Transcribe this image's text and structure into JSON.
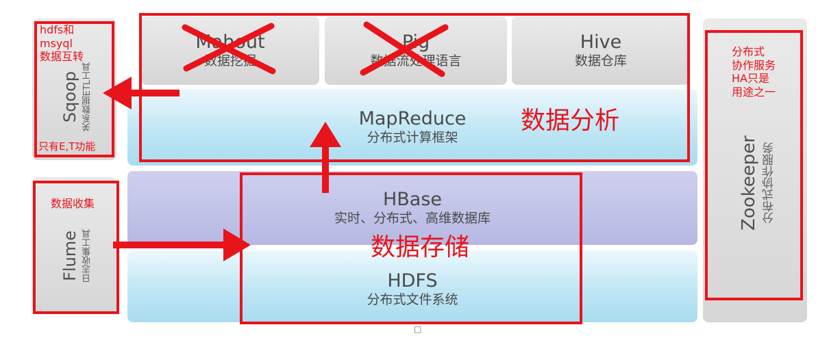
{
  "blocks": {
    "sqoop": {
      "name": "Sqoop",
      "desc": "关系数据ETL工具"
    },
    "flume": {
      "name": "Flume",
      "desc": "日志收集工具"
    },
    "mahout": {
      "name": "Mahout",
      "desc": "数据挖掘"
    },
    "pig": {
      "name": "Pig",
      "desc": "数据流处理语言"
    },
    "hive": {
      "name": "Hive",
      "desc": "数据仓库"
    },
    "mapreduce": {
      "name": "MapReduce",
      "desc": "分布式计算框架"
    },
    "hbase": {
      "name": "HBase",
      "desc": "实时、分布式、高维数据库"
    },
    "hdfs": {
      "name": "HDFS",
      "desc": "分布式文件系统"
    },
    "zookeeper": {
      "name": "Zookeeper",
      "desc": "分布式协作服务"
    }
  },
  "annotations": {
    "sqoop_note_1": "hdfs和",
    "sqoop_note_2": "msyql",
    "sqoop_note_3": "数据互转",
    "sqoop_note_4": "只有E,T功能",
    "flume_note": "数据收集",
    "analysis_label": "数据分析",
    "storage_label": "数据存储",
    "zk_note_1": "分布式",
    "zk_note_2": "协作服务",
    "zk_note_3": "HA只是",
    "zk_note_4": "用途之一"
  },
  "footer": {
    "placeholder_glyph": "□"
  },
  "colors": {
    "annotation_red": "#e8141b"
  }
}
